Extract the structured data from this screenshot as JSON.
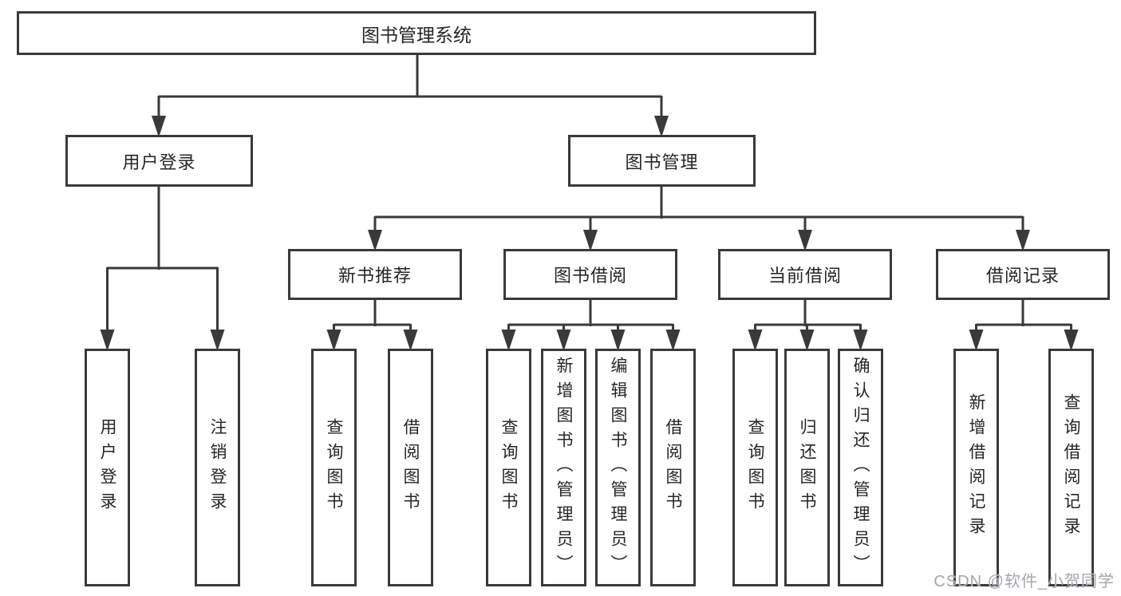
{
  "diagram": {
    "root": {
      "label": "图书管理系统"
    },
    "level2": [
      {
        "label": "用户登录"
      },
      {
        "label": "图书管理"
      }
    ],
    "level3": [
      {
        "label": "新书推荐"
      },
      {
        "label": "图书借阅"
      },
      {
        "label": "当前借阅"
      },
      {
        "label": "借阅记录"
      }
    ],
    "leaves": {
      "user_login": [
        "用户登录",
        "注销登录"
      ],
      "new_book": [
        "查询图书",
        "借阅图书"
      ],
      "borrow": [
        "查询图书",
        "新增图书（管理员）",
        "编辑图书（管理员）",
        "借阅图书"
      ],
      "current": [
        "查询图书",
        "归还图书",
        "确认归还（管理员）"
      ],
      "records": [
        "新增借阅记录",
        "查询借阅记录"
      ]
    }
  },
  "watermark": {
    "text": "CSDN @软件_小贺同学"
  },
  "colors": {
    "line": "#3a3a3a",
    "text": "#262626",
    "box_background": "#ffffff",
    "watermark": "#a3a7ac",
    "page_background": "#ffffff"
  }
}
